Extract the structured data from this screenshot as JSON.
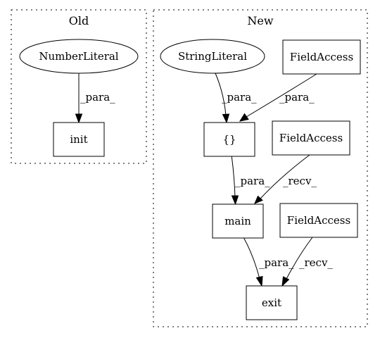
{
  "clusters": {
    "old": {
      "label": "Old"
    },
    "new": {
      "label": "New"
    }
  },
  "nodes": {
    "number_literal": "NumberLiteral",
    "init": "init",
    "string_literal": "StringLiteral",
    "field_access_1": "FieldAccess",
    "braces": "{}",
    "field_access_2": "FieldAccess",
    "main": "main",
    "field_access_3": "FieldAccess",
    "exit": "exit"
  },
  "edges": {
    "number_literal_to_init": "_para_",
    "string_literal_to_braces": "_para_",
    "field_access_1_to_braces": "_para_",
    "braces_to_main": "_para_",
    "field_access_2_to_main": "_recv_",
    "main_to_exit": "_para_",
    "field_access_3_to_exit": "_recv_"
  }
}
